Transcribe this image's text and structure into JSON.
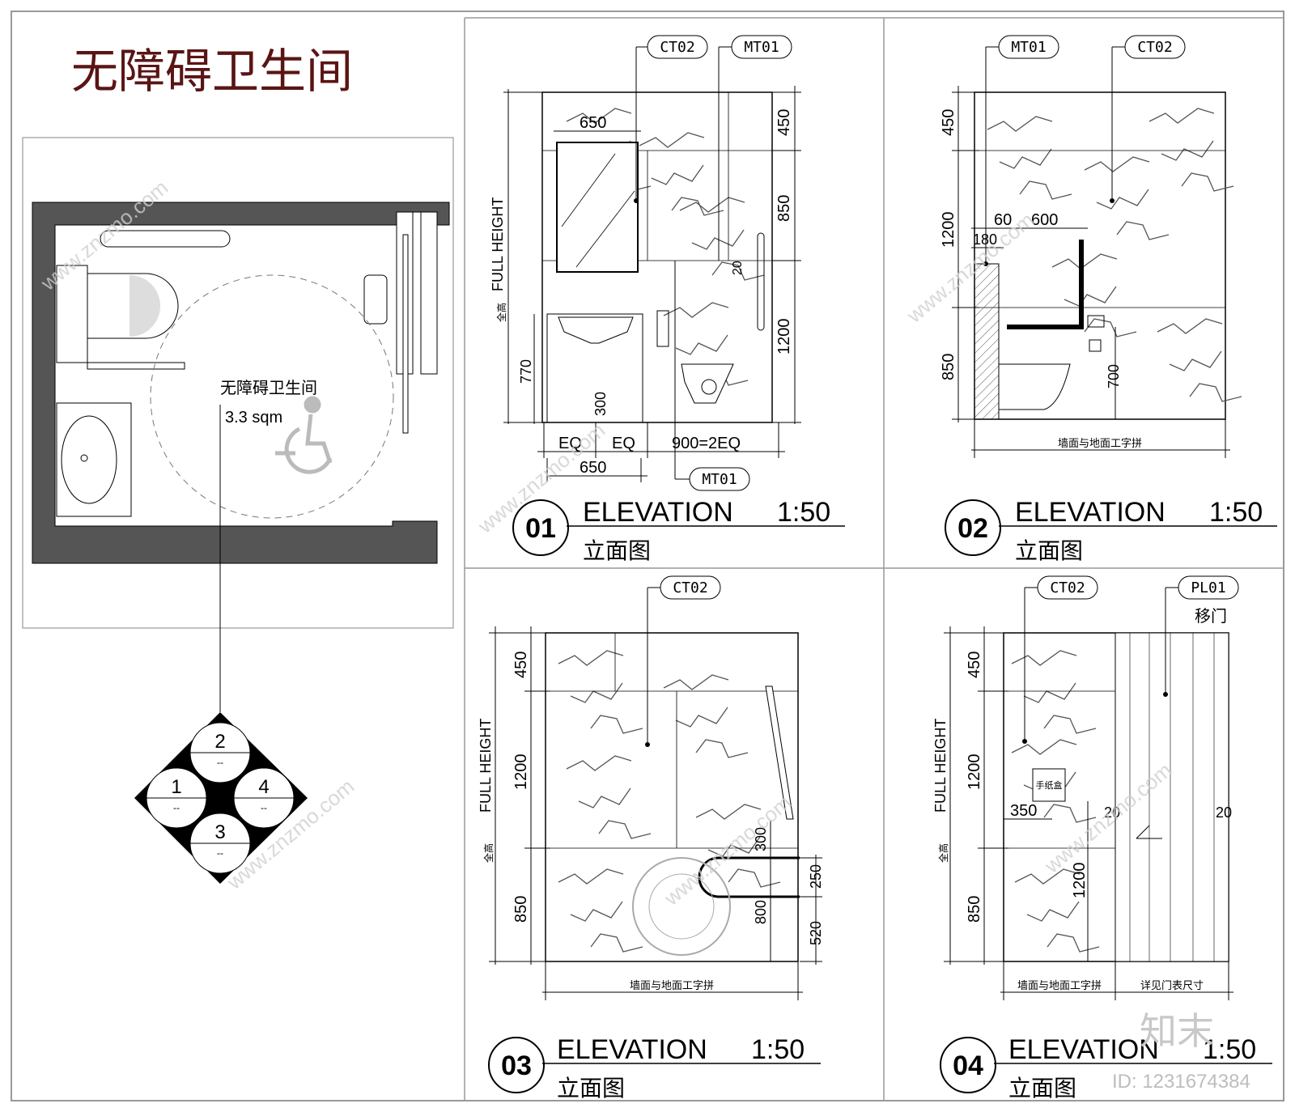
{
  "title": "无障碍卫生间",
  "plan": {
    "room_name": "无障碍卫生间",
    "area": "3.3  sqm",
    "key": [
      {
        "num": "2",
        "sub": "--"
      },
      {
        "num": "1",
        "sub": "--"
      },
      {
        "num": "4",
        "sub": "--"
      },
      {
        "num": "3",
        "sub": "--"
      }
    ]
  },
  "elevations": [
    {
      "number": "01",
      "title": "ELEVATION",
      "scale": "1:50",
      "subtitle": "立面图",
      "tags": {
        "t1": "CT02",
        "t2": "MT01",
        "t3": "MT01"
      },
      "height_label": "FULL  HEIGHT",
      "height_label_cn": "全高",
      "dims": {
        "d450": "450",
        "d850": "850",
        "d1200": "1200",
        "d770": "770",
        "d650_top": "650",
        "d20": "20",
        "d300": "300",
        "eq1": "EQ",
        "eq2": "EQ",
        "d900": "900=2EQ",
        "d650_bot": "650"
      }
    },
    {
      "number": "02",
      "title": "ELEVATION",
      "scale": "1:50",
      "subtitle": "立面图",
      "tags": {
        "t1": "MT01",
        "t2": "CT02"
      },
      "dims": {
        "d450": "450",
        "d1200": "1200",
        "d850": "850",
        "d60": "60",
        "d600": "600",
        "d180": "180",
        "d700": "700"
      },
      "bottom_note": "墙面与地面工字拼"
    },
    {
      "number": "03",
      "title": "ELEVATION",
      "scale": "1:50",
      "subtitle": "立面图",
      "tags": {
        "t1": "CT02"
      },
      "height_label": "FULL  HEIGHT",
      "height_label_cn": "全高",
      "dims": {
        "d450": "450",
        "d1200": "1200",
        "d850": "850",
        "d300": "300",
        "d800": "800",
        "d250": "250",
        "d520": "520"
      },
      "bottom_note": "墙面与地面工字拼"
    },
    {
      "number": "04",
      "title": "ELEVATION",
      "scale": "1:50",
      "subtitle": "立面图",
      "tags": {
        "t1": "CT02",
        "t2": "PL01"
      },
      "door_note": "移门",
      "height_label": "FULL  HEIGHT",
      "height_label_cn": "全高",
      "dims": {
        "d450": "450",
        "d1200": "1200",
        "d850": "850",
        "d350": "350",
        "d20a": "20",
        "d20b": "20",
        "d1200b": "1200"
      },
      "paper_box": "手纸盒",
      "bottom_note_left": "墙面与地面工字拼",
      "bottom_note_right": "详见门表尺寸"
    }
  ],
  "watermarks": {
    "logo": "知末",
    "id": "ID: 1231674384",
    "repeat": "www.znzmo.com"
  },
  "colors": {
    "title": "#5a1414",
    "line": "#000000",
    "marble": "#555555",
    "frame": "#999999"
  }
}
